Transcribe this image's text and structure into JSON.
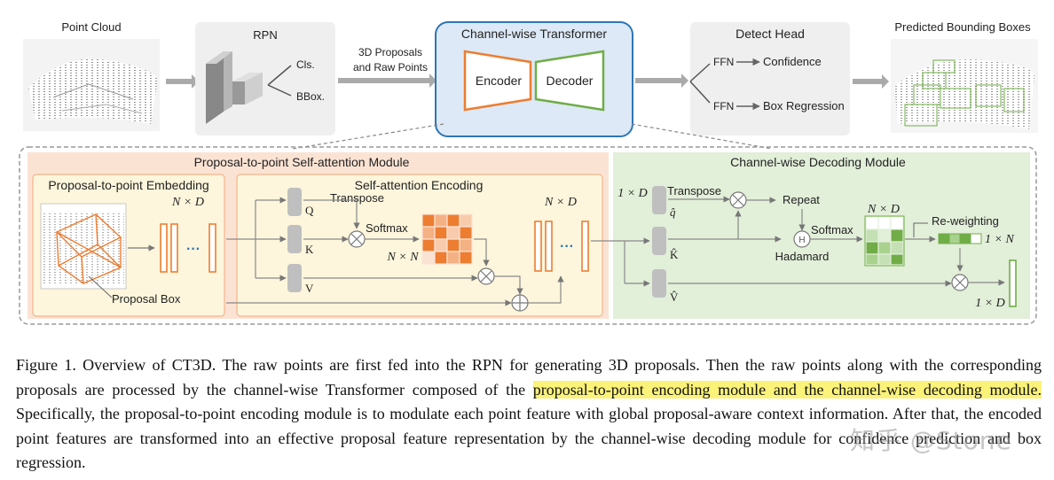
{
  "top_row": {
    "point_cloud": "Point Cloud",
    "rpn": "RPN",
    "cls": "Cls.",
    "bbox": "BBox.",
    "proposals_line1": "3D Proposals",
    "proposals_line2": "and Raw Points",
    "transformer": "Channel-wise Transformer",
    "encoder": "Encoder",
    "decoder": "Decoder",
    "detect_head": "Detect Head",
    "ffn1": "FFN",
    "confidence": "Confidence",
    "ffn2": "FFN",
    "box_regression": "Box Regression",
    "predicted": "Predicted Bounding Boxes"
  },
  "p2p_module": {
    "title": "Proposal-to-point Self-attention Module",
    "embedding_title": "Proposal-to-point Embedding",
    "nd1": "N × D",
    "proposal_box": "Proposal Box",
    "sa_title": "Self-attention Encoding",
    "q": "Q",
    "k": "K",
    "v": "V",
    "transpose": "Transpose",
    "softmax": "Softmax",
    "nn": "N × N",
    "nd2": "N × D"
  },
  "cw_module": {
    "title": "Channel-wise Decoding Module",
    "one_d_top": "1 × D",
    "transpose": "Transpose",
    "q_hat": "q̂",
    "k_hat": "K̂",
    "v_hat": "V̂",
    "repeat": "Repeat",
    "h": "H",
    "hadamard": "Hadamard",
    "softmax": "Softmax",
    "nd": "N × D",
    "reweighting": "Re-weighting",
    "one_n": "1 × N",
    "one_d_bottom": "1 × D"
  },
  "caption": {
    "part1": "Figure 1. Overview of CT3D. The raw points are first fed into the RPN for generating 3D proposals.  Then the raw points along with the corresponding proposals are processed by the channel-wise Transformer composed of the ",
    "highlight": "proposal-to-point encoding module and the channel-wise decoding module.",
    "part2": " Specifically, the proposal-to-point encoding module is to modulate each point feature with global proposal-aware context information. After that, the encoded point features are transformed into an effective proposal feature representation by the channel-wise decoding module for confidence prediction and box regression."
  },
  "watermark": "知乎 @Stone",
  "colors": {
    "orange": "#ed7d31",
    "green": "#70ad47",
    "blue": "#2e75b6",
    "orange_bg": "#fbe3d4",
    "green_bg": "#e2efd9",
    "yellow_bg": "#fdf6dc"
  }
}
